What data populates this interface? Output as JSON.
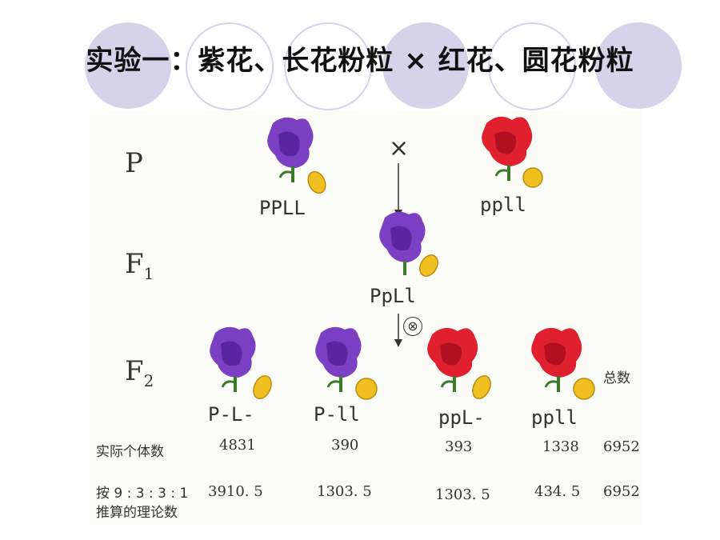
{
  "title": "实验一：紫花、长花粉粒 × 红花、圆花粉粒",
  "colors": {
    "purple_flower": "#7b3fc4",
    "red_flower": "#e0202e",
    "pollen": "#f0c020",
    "decor_circle": "#d6d2ea"
  },
  "generations": {
    "p": "P",
    "f1": "F",
    "f1_sub": "1",
    "f2": "F",
    "f2_sub": "2"
  },
  "cross_symbol": "×",
  "selfing_symbol": "⊗",
  "genotypes": {
    "parent_purple": "PPLL",
    "parent_red": "ppll",
    "f1": "PpLl",
    "f2": [
      "P-L-",
      "P-ll",
      "ppL-",
      "ppll"
    ]
  },
  "flower_icons": {
    "parent_purple": "purple-flower-icon",
    "parent_red": "red-flower-icon",
    "f1": "purple-flower-icon",
    "f2": [
      "purple-flower-icon",
      "purple-flower-icon",
      "red-flower-icon",
      "red-flower-icon"
    ],
    "pollen": "pollen-grain-icon"
  },
  "table": {
    "total_header": "总数",
    "actual_label": "实际个体数",
    "actual_values": [
      "4831",
      "390",
      "393",
      "1338",
      "6952"
    ],
    "theory_label_line1": "按 9 : 3 : 3 : 1",
    "theory_label_line2": "推算的理论数",
    "theory_values": [
      "3910. 5",
      "1303. 5",
      "1303. 5",
      "434. 5",
      "6952"
    ]
  }
}
